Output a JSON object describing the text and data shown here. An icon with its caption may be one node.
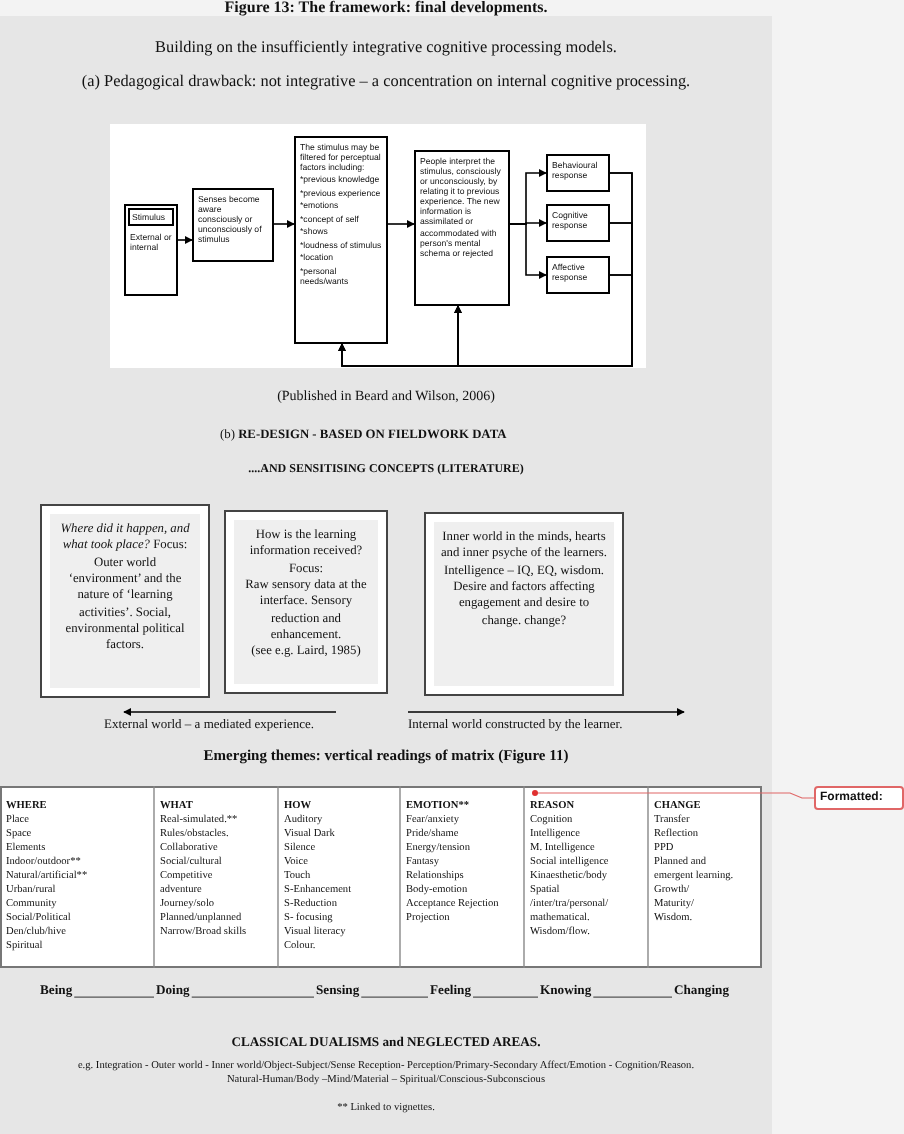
{
  "diagram": {
    "title": "Figure 13: The framework: final developments.",
    "nodes": [
      {
        "text": [
          "Stimulus",
          "External or internal"
        ]
      },
      {
        "text": [
          "Senses become aware consciously or unconsciously of stimulus"
        ]
      },
      {
        "text": [
          "The stimulus may be filtered for perceptual factors including:",
          "*previous knowledge",
          "*previous experience",
          "*emotions",
          "*concept of self",
          "*shows",
          "*loudness of stimulus",
          "*location",
          "*personal needs/wants"
        ]
      },
      {
        "text": [
          "People interpret the stimulus, consciously or unconsciously, by relating it to previous experience. The new information is assimilated or accommodated with person's mental schema or rejected"
        ]
      },
      {
        "text": [
          "Behavioural response"
        ]
      },
      {
        "text": [
          "Cognitive response"
        ]
      },
      {
        "text": [
          "Affective response"
        ]
      },
      {
        "text": [
          "*Where did it happen, and what took place?* Focus: Outer world ‘environment’ and the nature of ‘learning activities’. Social, environmental political factors."
        ]
      },
      {
        "text": [
          "How is the learning information received?",
          "Focus:",
          "Raw sensory data at the interface. Sensory reduction and enhancement.",
          "(see e.g. Laird, 1985)"
        ]
      },
      {
        "text": [
          "Inner world in the minds, hearts and inner psyche of the learners.",
          "Intelligence – IQ, EQ, wisdom.",
          "Desire and factors affecting engagement and desire to change. change?"
        ]
      },
      {
        "text": [
          "Formatted:"
        ]
      },
      {
        "text": [],
        "shape": "circle"
      }
    ],
    "edges": [
      {
        "from": 0,
        "to": 1,
        "arrow": "to"
      },
      {
        "from": 1,
        "to": 2,
        "arrow": "to"
      },
      {
        "from": 2,
        "to": 3,
        "arrow": "to"
      },
      {
        "from": 3,
        "to": 4,
        "arrow": "to"
      },
      {
        "from": 3,
        "to": 5,
        "arrow": "to"
      },
      {
        "from": 3,
        "to": 6,
        "arrow": "to"
      },
      {
        "from": 4,
        "to": 2,
        "arrow": "to"
      },
      {
        "from": 5,
        "to": 2,
        "arrow": "to"
      },
      {
        "from": 6,
        "to": 2,
        "arrow": "to"
      },
      {
        "from": 4,
        "to": 3,
        "arrow": "to"
      },
      {
        "from": 5,
        "to": 3,
        "arrow": "to"
      },
      {
        "from": 6,
        "to": 3,
        "arrow": "to"
      },
      {
        "from": 10,
        "to": 11,
        "arrow": "none",
        "color": "#e06666"
      }
    ],
    "labels": [
      "Building on the insufficiently integrative cognitive processing models.",
      "(a) Pedagogical drawback: not integrative – a concentration on internal cognitive processing.",
      "(Published in Beard and Wilson, 2006)",
      "(b) **RE-DESIGN -  BASED ON FIELDWORK DATA**",
      "....AND SENSITISING CONCEPTS (LITERATURE)",
      "External world – a mediated experience.",
      "Internal world constructed by the learner.",
      "Emerging themes: vertical readings of matrix (Figure 11)",
      "WHERE",
      "Place",
      "Space",
      "Elements",
      "Indoor/outdoor**",
      "Natural/artificial**",
      "Urban/rural",
      "Community",
      "Social/Political",
      "Den/club/hive",
      "Spiritual",
      "WHAT",
      "Real-simulated.**",
      "Rules/obstacles.",
      "Collaborative",
      "Social/cultural",
      "Competitive",
      "adventure",
      "Journey/solo",
      "Planned/unplanned",
      "Narrow/Broad skills",
      "HOW",
      "Auditory",
      "Visual Dark",
      "Silence",
      "Voice",
      "Touch",
      "S-Enhancement",
      "S-Reduction",
      "S- focusing",
      "Visual literacy",
      "Colour.",
      "EMOTION**",
      "Fear/anxiety",
      "Pride/shame",
      "Energy/tension",
      "Fantasy",
      "Relationships",
      "Body-emotion",
      "Acceptance Rejection",
      "Projection",
      "REASON",
      "Cognition",
      "Intelligence",
      "M. Intelligence",
      "Social intelligence",
      "Kinaesthetic/body",
      "Spatial",
      "/inter/tra/personal/",
      "mathematical.",
      "Wisdom/flow.",
      "CHANGE",
      "Transfer",
      "Reflection",
      "PPD",
      "Planned and",
      "emergent learning.",
      "Growth/",
      "Maturity/",
      "Wisdom.",
      "Being",
      "Doing",
      "Sensing",
      "Feeling",
      "Knowing",
      "Changing",
      "CLASSICAL DUALISMS and NEGLECTED AREAS.",
      "e.g. Integration - Outer world - Inner world/Object-Subject/Sense Reception- Perception/Primary-Secondary Affect/Emotion - Cognition/Reason. Natural-Human/Body –Mind/Material – Spiritual/Conscious-Subconscious",
      "** Linked to vignettes."
    ]
  }
}
